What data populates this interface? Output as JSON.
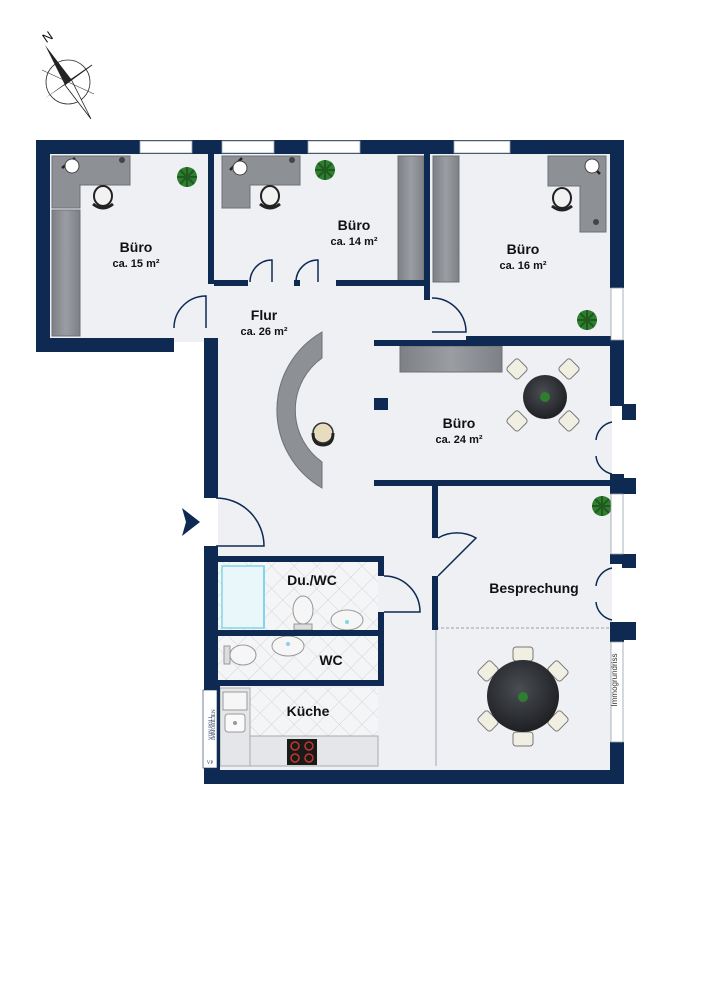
{
  "compass": {
    "north_label": "N"
  },
  "rooms": {
    "buero_nw": {
      "name": "Büro",
      "area": "ca. 15 m²"
    },
    "buero_n": {
      "name": "Büro",
      "area": "ca. 14 m²"
    },
    "buero_ne": {
      "name": "Büro",
      "area": "ca. 16 m²"
    },
    "flur": {
      "name": "Flur",
      "area": "ca. 26 m²"
    },
    "buero_e": {
      "name": "Büro",
      "area": "ca. 24 m²"
    },
    "dusche_wc": {
      "name": "Du./WC"
    },
    "wc": {
      "name": "WC"
    },
    "kueche": {
      "name": "Küche"
    },
    "besprechung": {
      "name": "Besprechung"
    }
  },
  "watermark": "Immogrundriss",
  "logo": {
    "mark": "VP",
    "brand": "VON POLL",
    "sub": "IMMOBILIEN"
  },
  "colors": {
    "wall": "#0e2a52",
    "floor": "#eef0f4",
    "furniture": "#8d9196",
    "plant": "#2f7d2f",
    "tile_line": "#c8ccd2",
    "glass": "#7fd6e6"
  }
}
